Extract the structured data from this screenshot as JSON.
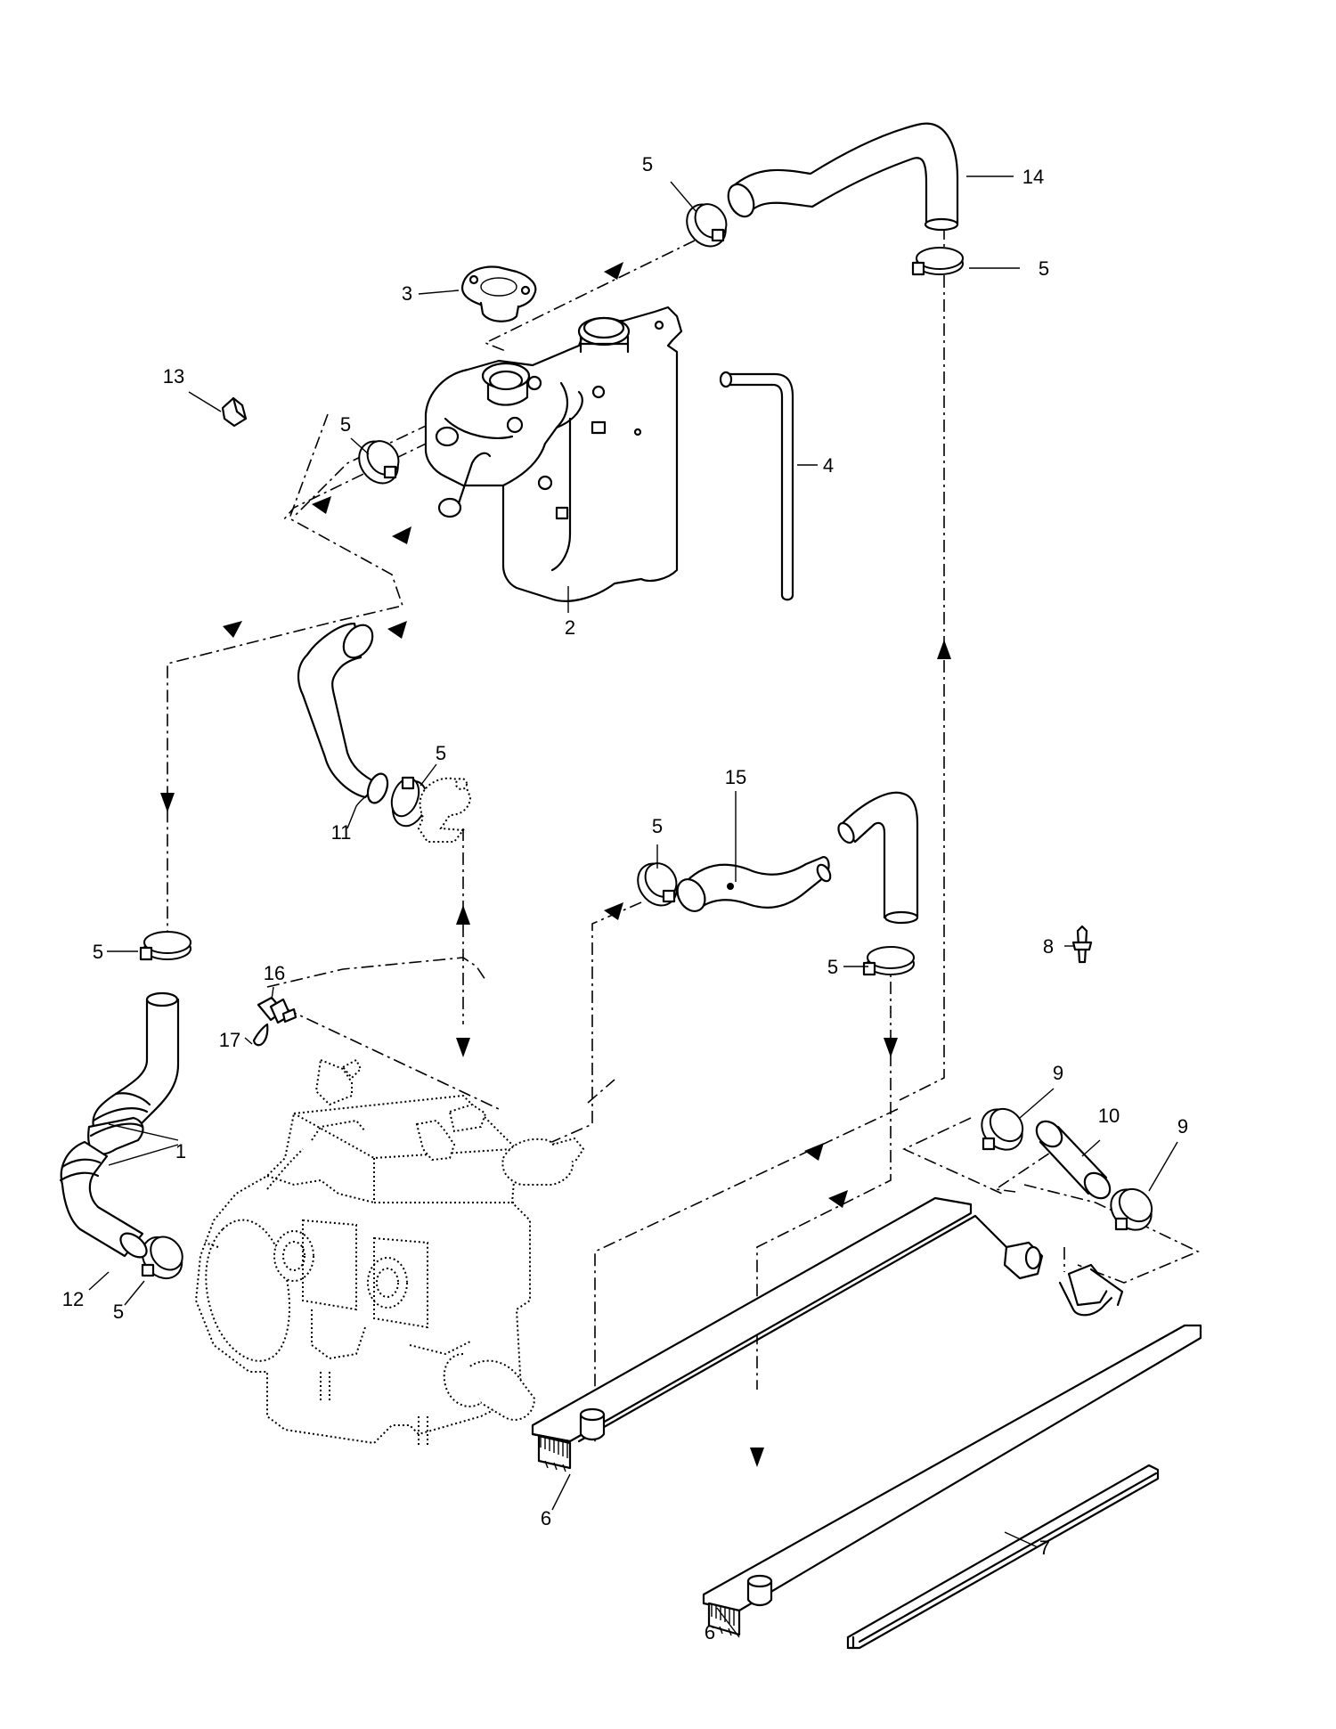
{
  "diagram": {
    "callouts": [
      {
        "id": "c1",
        "text": "1"
      },
      {
        "id": "c2",
        "text": "2"
      },
      {
        "id": "c3",
        "text": "3"
      },
      {
        "id": "c4",
        "text": "4"
      },
      {
        "id": "c5a",
        "text": "5"
      },
      {
        "id": "c5b",
        "text": "5"
      },
      {
        "id": "c5c",
        "text": "5"
      },
      {
        "id": "c5d",
        "text": "5"
      },
      {
        "id": "c5e",
        "text": "5"
      },
      {
        "id": "c5f",
        "text": "5"
      },
      {
        "id": "c5g",
        "text": "5"
      },
      {
        "id": "c5h",
        "text": "5"
      },
      {
        "id": "c6a",
        "text": "6"
      },
      {
        "id": "c6b",
        "text": "6"
      },
      {
        "id": "c7",
        "text": "7"
      },
      {
        "id": "c8",
        "text": "8"
      },
      {
        "id": "c9a",
        "text": "9"
      },
      {
        "id": "c9b",
        "text": "9"
      },
      {
        "id": "c10",
        "text": "10"
      },
      {
        "id": "c11",
        "text": "11"
      },
      {
        "id": "c12",
        "text": "12"
      },
      {
        "id": "c13",
        "text": "13"
      },
      {
        "id": "c14",
        "text": "14"
      },
      {
        "id": "c15",
        "text": "15"
      },
      {
        "id": "c16",
        "text": "16"
      },
      {
        "id": "c17",
        "text": "17"
      }
    ]
  }
}
